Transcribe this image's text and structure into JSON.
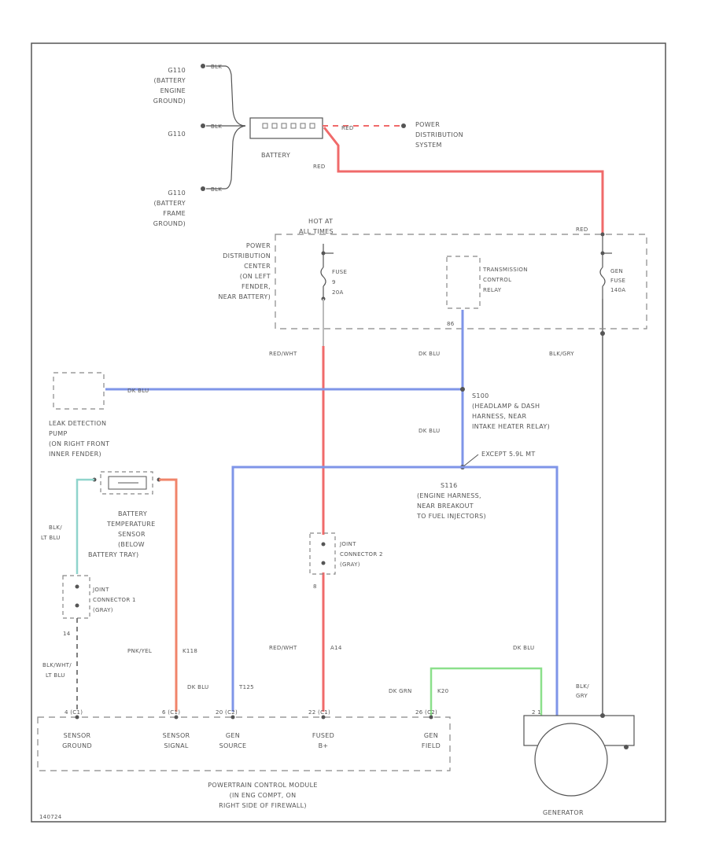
{
  "colors": {
    "red": "#f06a6a",
    "blue": "#7f95e8",
    "green": "#8be08b",
    "orange": "#f0846a",
    "teal": "#8fd4cc",
    "gray": "#8a8a8a",
    "ink": "#555555"
  },
  "ground_labels": [
    [
      "G110",
      "(BATTERY",
      "ENGINE",
      "GROUND)"
    ],
    [
      "G110"
    ],
    [
      "G110",
      "(BATTERY",
      "FRAME",
      "GROUND)"
    ]
  ],
  "ground_wires": [
    "BLK",
    "BLK",
    "BLK"
  ],
  "battery": {
    "label": "BATTERY",
    "wire_out": "RED",
    "wire_down": "RED",
    "power_dist": [
      "POWER",
      "DISTRIBUTION",
      "SYSTEM"
    ]
  },
  "pdc": {
    "hot_at": [
      "HOT AT",
      "ALL TIMES"
    ],
    "label": [
      "POWER",
      "DISTRIBUTION",
      "CENTER",
      "(ON LEFT",
      "FENDER,",
      "NEAR BATTERY)"
    ],
    "fuse_label": [
      "FUSE",
      "9",
      "20A"
    ],
    "relay_label": [
      "TRANSMISSION",
      "CONTROL",
      "RELAY"
    ],
    "relay_pin": "86",
    "gen_fuse": [
      "GEN",
      "FUSE",
      "140A"
    ],
    "red_in": "RED"
  },
  "wires": {
    "red_white": "RED/WHT",
    "dk_blu_relay": "DK BLU",
    "blk_gry": "BLK/GRY",
    "dk_blu_ldp": "DK BLU",
    "dk_blu_mid": "DK BLU",
    "pnk_yel": "PNK/YEL",
    "pnk_yel_ckt": "K118",
    "red_wht_low": "RED/WHT",
    "red_wht_ckt": "A14",
    "dk_blu_right": "DK BLU",
    "dk_blu_gen_src": "DK BLU",
    "dk_blu_gen_ckt": "T125",
    "dk_grn": "DK GRN",
    "dk_grn_ckt": "K20",
    "blk_gry_gen": [
      "BLK/",
      "GRY"
    ],
    "blk_ltblu": [
      "BLK/",
      "LT BLU"
    ],
    "blk_wht_ltblu": [
      "BLK/WHT/",
      "LT BLU"
    ]
  },
  "ldp": [
    "LEAK DETECTION",
    "PUMP",
    "(ON RIGHT FRONT",
    "INNER FENDER)"
  ],
  "splices": {
    "s100": [
      "S100",
      "(HEADLAMP & DASH",
      "HARNESS, NEAR",
      "INTAKE HEATER RELAY)"
    ],
    "except": "EXCEPT 5.9L MT",
    "s116": [
      "S116",
      "(ENGINE HARNESS,",
      "NEAR BREAKOUT",
      "TO FUEL INJECTORS)"
    ]
  },
  "bts": [
    "BATTERY",
    "TEMPERATURE",
    "SENSOR",
    "(BELOW",
    "BATTERY TRAY)"
  ],
  "jc2": [
    "JOINT",
    "CONNECTOR 2",
    "(GRAY)"
  ],
  "jc1": [
    "JOINT",
    "CONNECTOR 1",
    "(GRAY)"
  ],
  "pins": {
    "jc2_bottom": "8",
    "jc1_bottom": "14"
  },
  "pcm": {
    "pins": [
      "4 (C1)",
      "6 (C1)",
      "20 (C2)",
      "22 (C1)",
      "26 (C2)"
    ],
    "labels": [
      [
        "SENSOR",
        "GROUND"
      ],
      [
        "SENSOR",
        "SIGNAL"
      ],
      [
        "GEN",
        "SOURCE"
      ],
      [
        "FUSED",
        "B+"
      ],
      [
        "GEN",
        "FIELD"
      ]
    ],
    "title": [
      "POWERTRAIN CONTROL MODULE",
      "(IN ENG COMPT, ON",
      "RIGHT SIDE OF FIREWALL)"
    ]
  },
  "generator": {
    "label": "GENERATOR",
    "pin": "2 1"
  },
  "footer_id": "140724"
}
